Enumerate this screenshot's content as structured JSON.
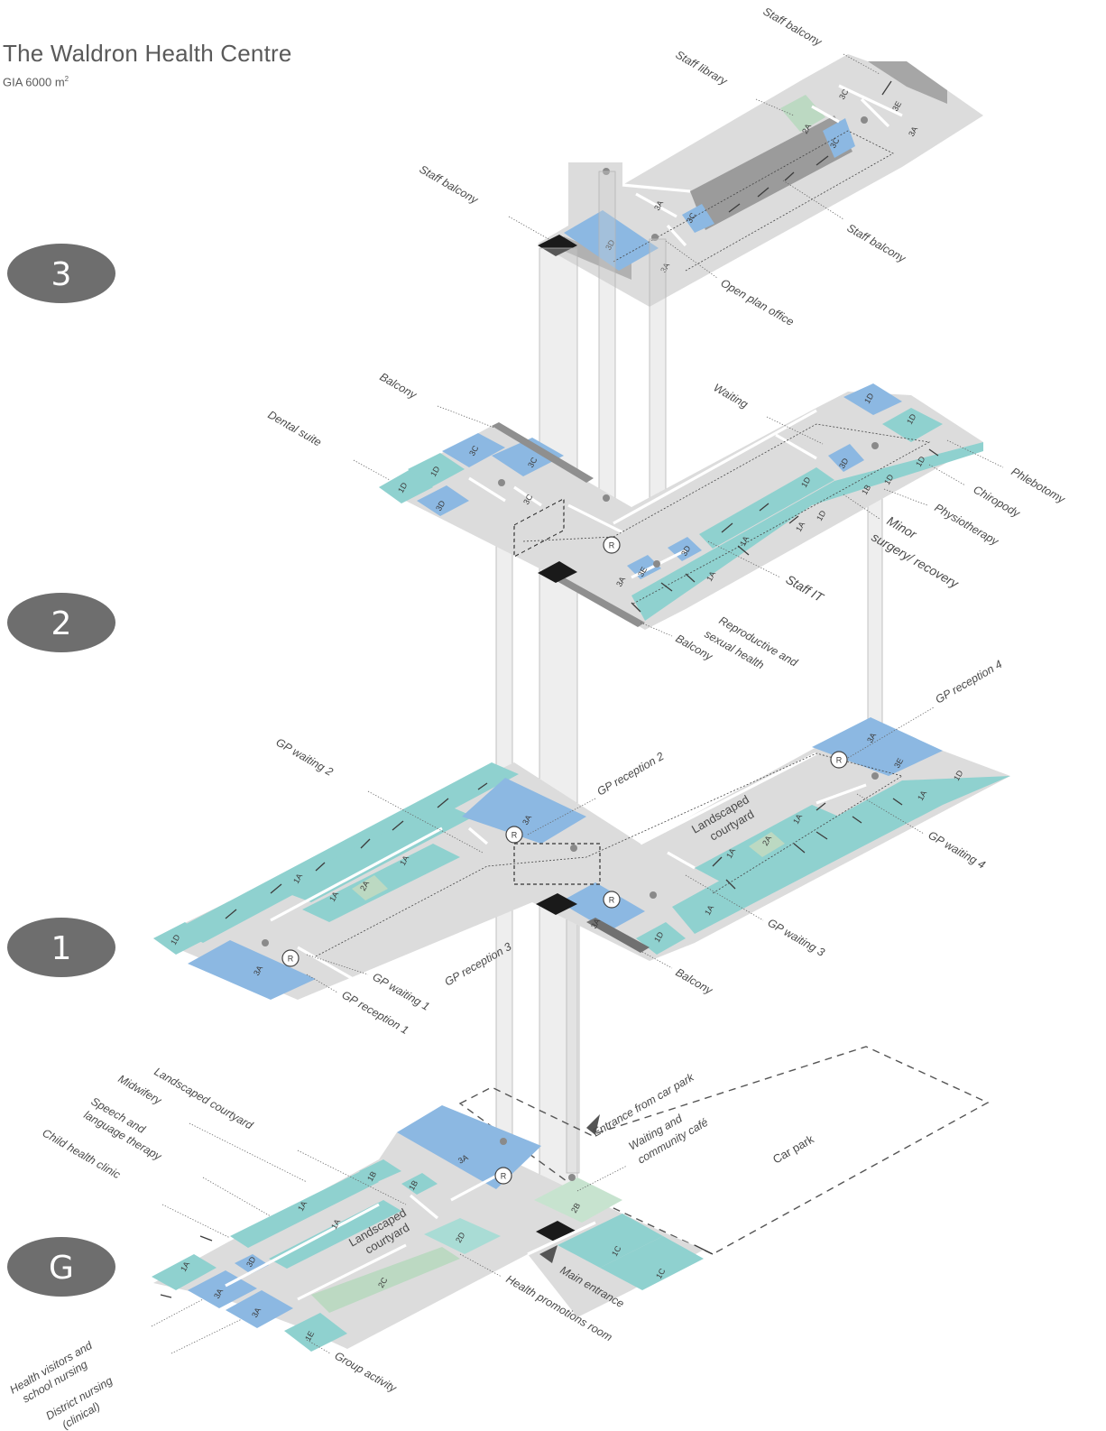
{
  "title": "The Waldron Health Centre",
  "subtitle_prefix": "GIA 6000 m",
  "subtitle_sup": "2",
  "colors": {
    "floor": "#dcdcdc",
    "clinical_teal": "#8fd1cf",
    "admin_blue": "#8cb8e2",
    "staff_green": "#bcd9c2",
    "balcony_grey": "#9d9d9d",
    "lift_black": "#1a1a1a",
    "level_badge": "#6e6e6e"
  },
  "levels": [
    "3",
    "2",
    "1",
    "G"
  ],
  "level_3": {
    "labels": {
      "staff_balcony_top": "Staff balcony",
      "staff_library": "Staff library",
      "staff_balcony_left": "Staff balcony",
      "staff_balcony_right": "Staff balcony",
      "open_plan_office": "Open plan office"
    },
    "rooms": [
      "3C",
      "3E",
      "3A",
      "2A",
      "3C",
      "3A",
      "3C",
      "3D",
      "3A"
    ]
  },
  "level_2": {
    "labels": {
      "balcony_top": "Balcony",
      "dental_suite": "Dental suite",
      "waiting": "Waiting",
      "phlebotomy": "Phlebotomy",
      "chiropody": "Chiropody",
      "physiotherapy": "Physiotherapy",
      "minor_surgery_1": "Minor",
      "minor_surgery_2": "surgery/ recovery",
      "staff_it": "Staff IT",
      "repro_1": "Reproductive and",
      "repro_2": "sexual health",
      "balcony_bottom": "Balcony"
    },
    "rooms": [
      "1D",
      "1D",
      "3C",
      "3C",
      "3C",
      "3D",
      "3A",
      "1D",
      "3D",
      "1D",
      "1B",
      "1D",
      "1D",
      "1A",
      "1A",
      "1A",
      "3D",
      "3E",
      "3A",
      "1A"
    ]
  },
  "level_1": {
    "labels": {
      "gp_waiting_2": "GP waiting 2",
      "gp_reception_2": "GP reception 2",
      "gp_reception_4": "GP reception 4",
      "landscaped_1": "Landscaped",
      "landscaped_2": "courtyard",
      "gp_waiting_4": "GP waiting 4",
      "gp_waiting_3": "GP waiting 3",
      "gp_reception_3": "GP reception 3",
      "balcony": "Balcony",
      "gp_waiting_1": "GP waiting 1",
      "gp_reception_1": "GP reception 1"
    },
    "rooms": [
      "3A",
      "1A",
      "1A",
      "2A",
      "1A",
      "1D",
      "3A",
      "3A",
      "3E",
      "1D",
      "1A",
      "1A",
      "2A",
      "1A",
      "1A",
      "3A",
      "1D"
    ]
  },
  "level_g": {
    "labels": {
      "landscaped_courtyard": "Landscaped courtyard",
      "midwifery": "Midwifery",
      "speech_1": "Speech and",
      "speech_2": "language therapy",
      "child_health": "Child health clinic",
      "entrance_car_park": "Entrance from car park",
      "waiting_cafe_1": "Waiting and",
      "waiting_cafe_2": "community café",
      "car_park": "Car park",
      "landscaped_1": "Landscaped",
      "landscaped_2": "courtyard",
      "main_entrance": "Main entrance",
      "health_promotions": "Health promotions room",
      "group_activity": "Group activity",
      "health_visitors_1": "Health visitors and",
      "health_visitors_2": "school nursing",
      "district_nursing_1": "District nursing",
      "district_nursing_2": "(clinical)"
    },
    "rooms": [
      "3A",
      "1B",
      "1B",
      "1A",
      "1A",
      "1A",
      "3D",
      "3A",
      "3A",
      "2C",
      "2D",
      "2B",
      "1C",
      "1C",
      "1E"
    ]
  },
  "reception_symbol": "R"
}
